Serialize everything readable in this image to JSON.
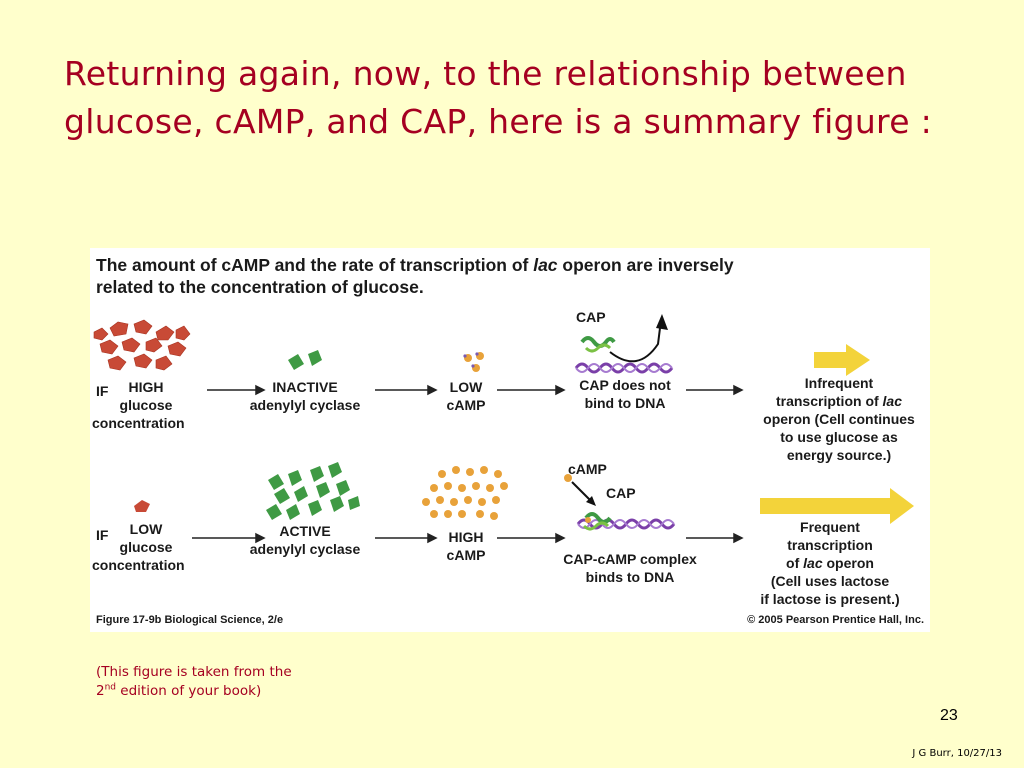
{
  "slide": {
    "title": "Returning again, now, to the relationship between glucose, cAMP, and CAP, here is a summary figure :",
    "caption_line1": "(This figure is taken from the",
    "caption_line2_num": "2",
    "caption_line2_sup": "nd",
    "caption_line2_rest": " edition of your book)",
    "page_number": "23",
    "footer": "J G Burr, 10/27/13"
  },
  "figure": {
    "title_line1_pre": "The amount of cAMP and the rate of transcription of ",
    "title_line1_italic": "lac",
    "title_line1_post": " operon are inversely",
    "title_line2": "related to the concentration of glucose.",
    "top_row": {
      "if": "IF",
      "glucose": [
        "HIGH",
        "glucose",
        "concentration"
      ],
      "enzyme": [
        "INACTIVE",
        "adenylyl cyclase"
      ],
      "camp": [
        "LOW",
        "cAMP"
      ],
      "cap_label": "CAP",
      "cap_state": [
        "CAP does not",
        "bind to DNA"
      ],
      "result_l1": "Infrequent",
      "result_l2_pre": "transcription of ",
      "result_l2_italic": "lac",
      "result_l3": "operon (Cell continues",
      "result_l4": "to use glucose as",
      "result_l5": "energy source.)"
    },
    "bottom_row": {
      "if": "IF",
      "glucose": [
        "LOW",
        "glucose",
        "concentration"
      ],
      "enzyme": [
        "ACTIVE",
        "adenylyl cyclase"
      ],
      "camp": [
        "HIGH",
        "cAMP"
      ],
      "camp_label": "cAMP",
      "cap_label": "CAP",
      "cap_state": [
        "CAP-cAMP complex",
        "binds to DNA"
      ],
      "result_l1": "Frequent",
      "result_l2": "transcription",
      "result_l3_pre": "of ",
      "result_l3_italic": "lac",
      "result_l3_post": " operon",
      "result_l4": "(Cell uses lactose",
      "result_l5": "if lactose is present.)"
    },
    "credit_left": "Figure 17-9b  Biological Science, 2/e",
    "credit_right": "© 2005 Pearson Prentice Hall, Inc."
  },
  "colors": {
    "title": "#a50021",
    "background": "#ffffcc",
    "glucose": "#c84a36",
    "enzyme": "#3f9a44",
    "camp": "#e8a23a",
    "big_arrow": "#f3d33a"
  }
}
